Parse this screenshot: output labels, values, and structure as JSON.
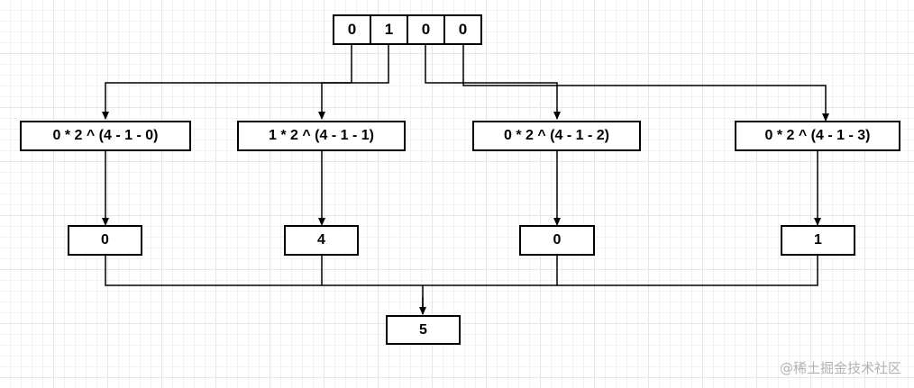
{
  "bits": [
    "0",
    "1",
    "0",
    "0"
  ],
  "formulas": [
    "0 * 2 ^ (4 - 1 - 0)",
    "1 * 2 ^ (4 - 1 - 1)",
    "0 * 2 ^ (4 - 1 - 2)",
    "0 * 2 ^ (4 - 1 - 3)"
  ],
  "results": [
    "0",
    "4",
    "0",
    "1"
  ],
  "total": "5",
  "watermark": "@稀土掘金技术社区"
}
